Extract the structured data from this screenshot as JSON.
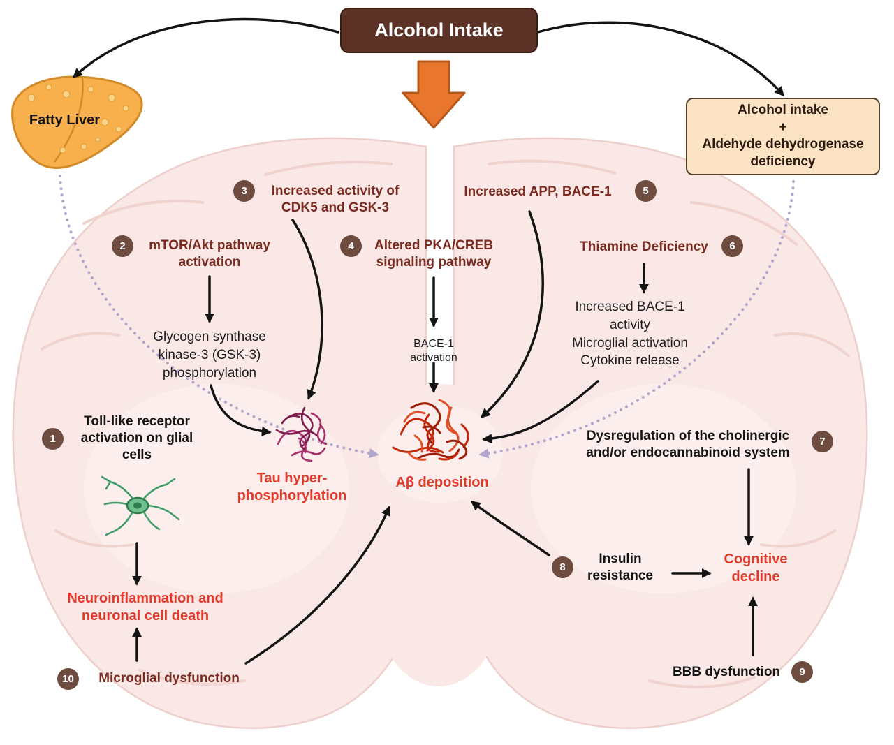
{
  "header": {
    "alcohol_intake": "Alcohol Intake"
  },
  "fatty_liver_label": "Fatty Liver",
  "aldh_box_text": "Alcohol intake\n+\nAldehyde dehydrogenase\ndeficiency",
  "steps": {
    "s1": {
      "num": "1",
      "text": "Toll-like receptor\nactivation on glial\ncells"
    },
    "s2": {
      "num": "2",
      "text": "mTOR/Akt pathway\nactivation"
    },
    "s3": {
      "num": "3",
      "text": "Increased activity of\nCDK5 and GSK-3"
    },
    "s4": {
      "num": "4",
      "text": "Altered PKA/CREB\nsignaling pathway"
    },
    "s5": {
      "num": "5",
      "text": "Increased APP, BACE-1"
    },
    "s6": {
      "num": "6",
      "text": "Thiamine Deficiency"
    },
    "s7": {
      "num": "7",
      "text": "Dysregulation of the cholinergic\nand/or endocannabinoid system"
    },
    "s8": {
      "num": "8",
      "text": "Insulin\nresistance"
    },
    "s9": {
      "num": "9",
      "text": "BBB dysfunction"
    },
    "s10": {
      "num": "10",
      "text": "Microglial dysfunction"
    }
  },
  "nodes": {
    "gsk3": "Glycogen synthase\nkinase-3 (GSK-3)\nphosphorylation",
    "bace1_activation": "BACE-1\nactivation",
    "bace1_effects": "Increased BACE-1\nactivity\nMicroglial activation\nCytokine release",
    "tau": "Tau hyper-\nphosphorylation",
    "abeta": "Aβ deposition",
    "neuroinflammation": "Neuroinflammation and\nneuronal cell death",
    "cognitive_decline": "Cognitive\ndecline"
  },
  "colors": {
    "title_box_bg": "#5d3226",
    "accent_arrow_orange": "#e8762c",
    "step_circle_brown": "#6f4c40",
    "maroon_text": "#7b2a1f",
    "red_text": "#e23a2a",
    "brain_pink": "#f9e8e6",
    "dashed_lavender": "#b3a6cc",
    "aldh_box_bg": "#fbe3c4",
    "liver_orange": "#f7b04b"
  }
}
